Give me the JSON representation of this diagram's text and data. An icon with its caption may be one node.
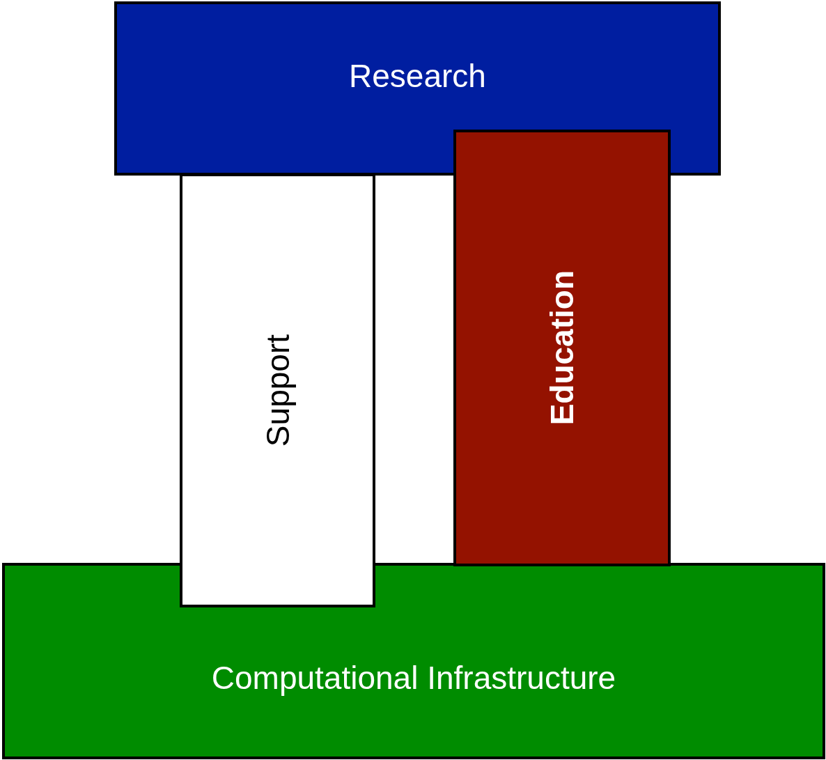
{
  "diagram": {
    "nodes": [
      {
        "text": [
          "Research"
        ]
      },
      {
        "text": [
          "Support"
        ]
      },
      {
        "text": [
          "Education"
        ]
      },
      {
        "text": [
          "Computational Infrastructure"
        ]
      }
    ]
  }
}
